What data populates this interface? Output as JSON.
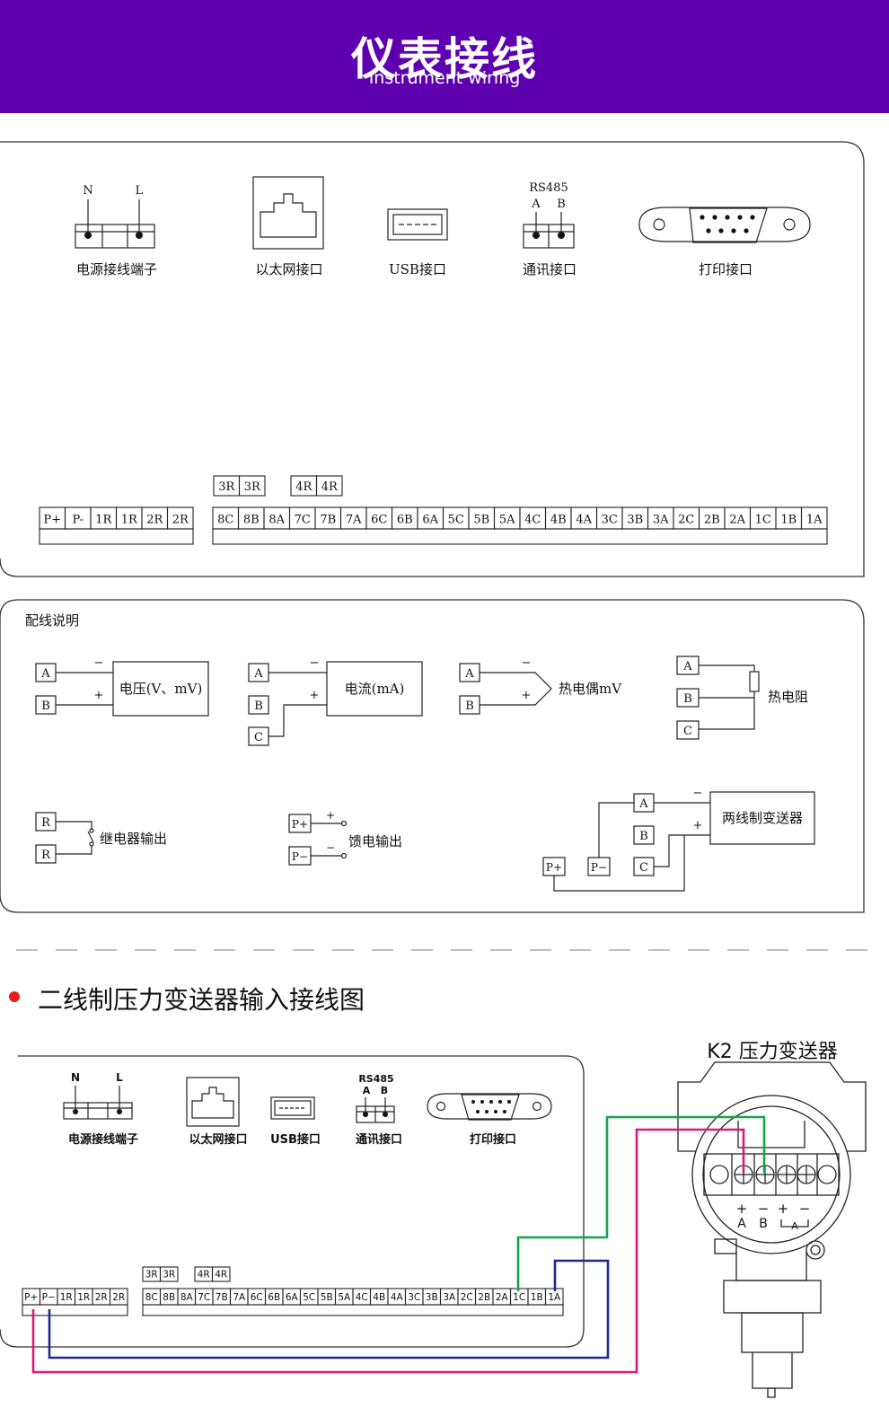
{
  "banner": {
    "title": "仪表接线",
    "subtitle": "Instrument wiring",
    "color": "#5e00b0"
  },
  "panel1": {
    "power": {
      "n": "N",
      "l": "L",
      "label": "电源接线端子"
    },
    "ethernet": {
      "label": "以太网接口"
    },
    "usb": {
      "label": "USB接口"
    },
    "comm": {
      "rs485": "RS485",
      "a": "A",
      "b": "B",
      "label": "通讯接口"
    },
    "print": {
      "label": "打印接口"
    },
    "left_terminals": [
      "P+",
      "P-",
      "1R",
      "1R",
      "2R",
      "2R"
    ],
    "right_terminals": [
      "8C",
      "8B",
      "8A",
      "7C",
      "7B",
      "7A",
      "6C",
      "6B",
      "6A",
      "5C",
      "5B",
      "5A",
      "4C",
      "4B",
      "4A",
      "3C",
      "3B",
      "3A",
      "2C",
      "2B",
      "2A",
      "1C",
      "1B",
      "1A"
    ],
    "top_labels_3r": [
      "3R",
      "3R"
    ],
    "top_labels_4r": [
      "4R",
      "4R"
    ]
  },
  "panel2": {
    "title": "配线说明",
    "voltage": {
      "a": "A",
      "b": "B",
      "minus": "−",
      "plus": "+",
      "label": "电压(V、mV)"
    },
    "current": {
      "a": "A",
      "b": "B",
      "c": "C",
      "minus": "−",
      "plus": "+",
      "label": "电流(mA)"
    },
    "thermocouple": {
      "a": "A",
      "b": "B",
      "minus": "−",
      "plus": "+",
      "label": "热电偶mV"
    },
    "rtd": {
      "a": "A",
      "b": "B",
      "c": "C",
      "label": "热电阻"
    },
    "relay": {
      "r1": "R",
      "r2": "R",
      "label": "继电器输出"
    },
    "feed": {
      "pp": "P+",
      "pm": "P−",
      "plus": "+",
      "minus": "−",
      "label": "馈电输出"
    },
    "twowire": {
      "a": "A",
      "b": "B",
      "c": "C",
      "pp": "P+",
      "pm": "P−",
      "minus": "−",
      "plus": "+",
      "label": "两线制变送器"
    }
  },
  "section2": {
    "heading": "二线制压力变送器输入接线图",
    "transmitter_title": "K2 压力变送器",
    "transmitter_marks": {
      "plus1": "+",
      "minus1": "−",
      "plus2": "+",
      "minus2": "−",
      "a": "A",
      "b": "B",
      "a2": "A"
    },
    "power": {
      "n": "N",
      "l": "L",
      "label": "电源接线端子"
    },
    "ethernet": {
      "label": "以太网接口"
    },
    "usb": {
      "label": "USB接口"
    },
    "comm": {
      "rs485": "RS485",
      "a": "A",
      "b": "B",
      "label": "通讯接口"
    },
    "print": {
      "label": "打印接口"
    },
    "left_terminals": [
      "P+",
      "P−",
      "1R",
      "1R",
      "2R",
      "2R"
    ],
    "right_terminals": [
      "8C",
      "8B",
      "8A",
      "7C",
      "7B",
      "7A",
      "6C",
      "6B",
      "6A",
      "5C",
      "5B",
      "5A",
      "4C",
      "4B",
      "4A",
      "3C",
      "3B",
      "3A",
      "2C",
      "2B",
      "2A",
      "1C",
      "1B",
      "1A"
    ],
    "top_labels_3r": [
      "3R",
      "3R"
    ],
    "top_labels_4r": [
      "4R",
      "4R"
    ],
    "wire_colors": {
      "green": "#17a34a",
      "pink": "#d81b7a",
      "blue": "#1f2a8f",
      "red_dot": "#e51c1c"
    }
  }
}
